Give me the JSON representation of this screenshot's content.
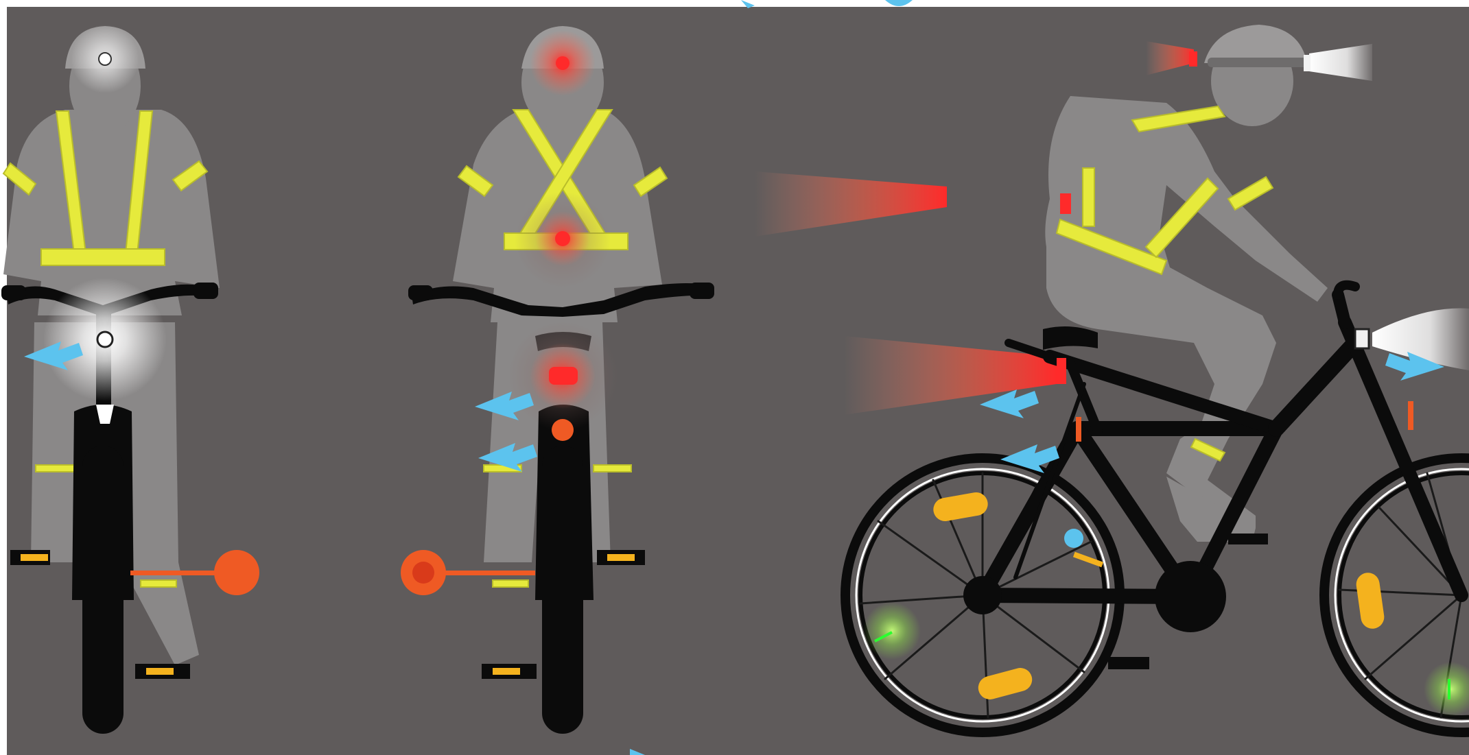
{
  "colors": {
    "background": "#5f5b5b",
    "border": "#ffffff",
    "rider": "#8a8888",
    "rider_dark": "#7b7979",
    "reflective": "#e6ea3c",
    "reflective_edge": "#b9bd2a",
    "bike": "#0b0b0b",
    "rear_red": "#ff2a2a",
    "front_white": "#ffffff",
    "side_reflector": "#ef5a24",
    "arrow": "#5cc3ee",
    "spoke_reflector": "#f4b21e",
    "spoke_light": "#5cff3a"
  },
  "icons": [
    "front-view-rider",
    "rear-view-rider",
    "side-view-rider",
    "headlamp-icon",
    "reflective-vest-icon",
    "front-light-icon",
    "rear-light-icon",
    "rear-reflector-icon",
    "pedal-reflector-icon",
    "side-reflector-icon",
    "spoke-reflector-icon",
    "pointer-arrow-icon"
  ]
}
